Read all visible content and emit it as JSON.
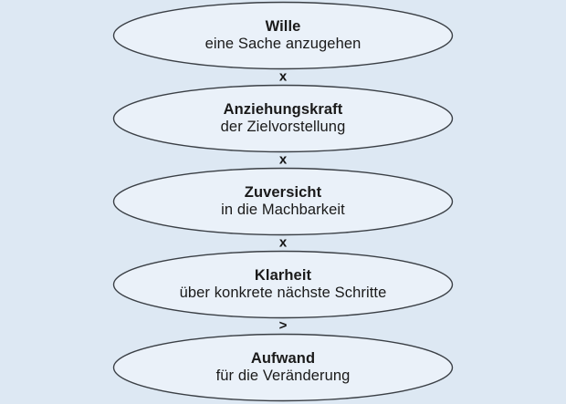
{
  "diagram": {
    "kind": "change-formula-diagram",
    "language": "de",
    "background_color": "#dde8f3",
    "ellipse_fill_color": "#eaf1f9",
    "ellipse_stroke_color": "#3a3f45",
    "text_color": "#1a1a1a",
    "nodes": [
      {
        "title": "Wille",
        "subtitle": "eine Sache anzugehen"
      },
      {
        "title": "Anziehungskraft",
        "subtitle": "der Zielvorstellung"
      },
      {
        "title": "Zuversicht",
        "subtitle": "in die Machbarkeit"
      },
      {
        "title": "Klarheit",
        "subtitle": "über konkrete nächste Schritte"
      },
      {
        "title": "Aufwand",
        "subtitle": "für die Veränderung"
      }
    ],
    "operators": [
      {
        "symbol": "x",
        "meaning": "multiply"
      },
      {
        "symbol": "x",
        "meaning": "multiply"
      },
      {
        "symbol": "x",
        "meaning": "multiply"
      },
      {
        "symbol": ">",
        "meaning": "greater-than"
      }
    ]
  }
}
